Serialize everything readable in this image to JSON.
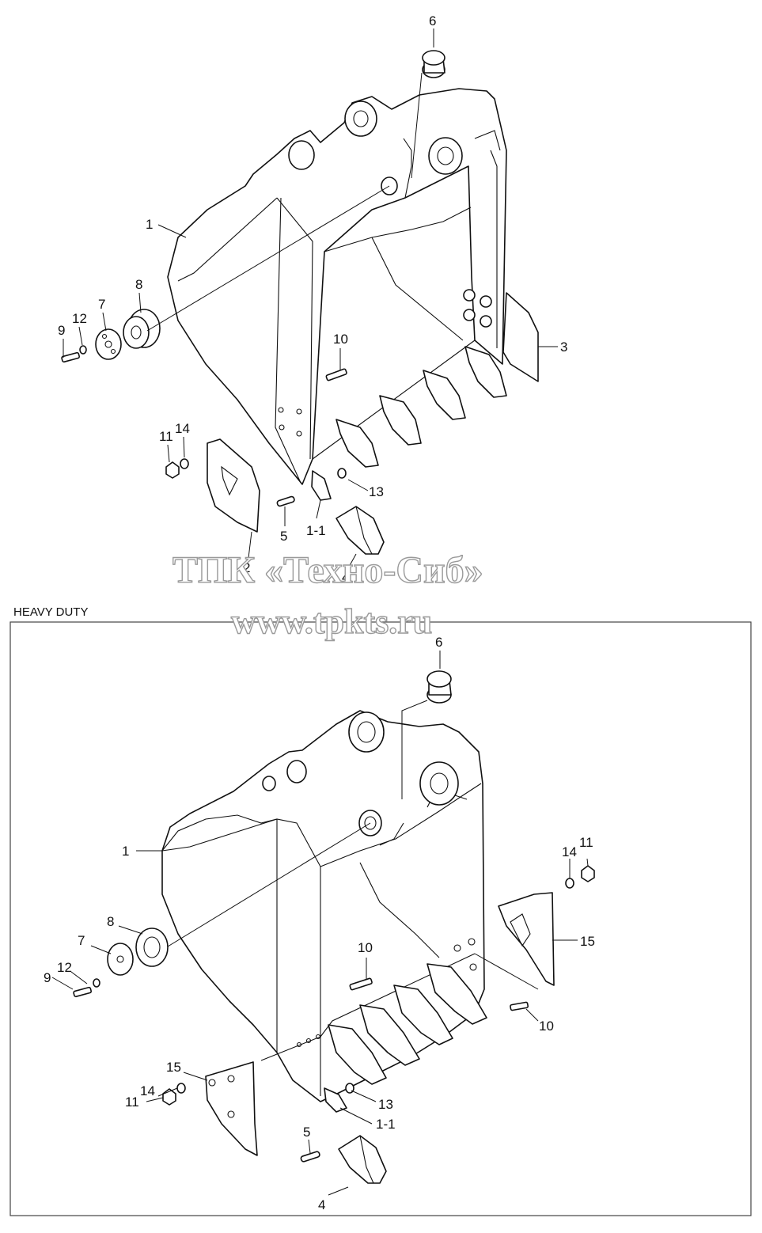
{
  "top_assembly": {
    "callouts": [
      "1",
      "1-1",
      "2",
      "3",
      "4",
      "5",
      "6",
      "7",
      "8",
      "9",
      "10",
      "11",
      "12",
      "13",
      "14"
    ]
  },
  "heavy_duty": {
    "label": "HEAVY DUTY",
    "callouts": [
      "1",
      "1-1",
      "4",
      "5",
      "6",
      "7",
      "8",
      "9",
      "10",
      "10",
      "11",
      "11",
      "12",
      "13",
      "14",
      "14",
      "15",
      "15"
    ]
  },
  "watermark": {
    "company": "ТПК «Техно-Сиб»",
    "url": "www.tpkts.ru"
  }
}
